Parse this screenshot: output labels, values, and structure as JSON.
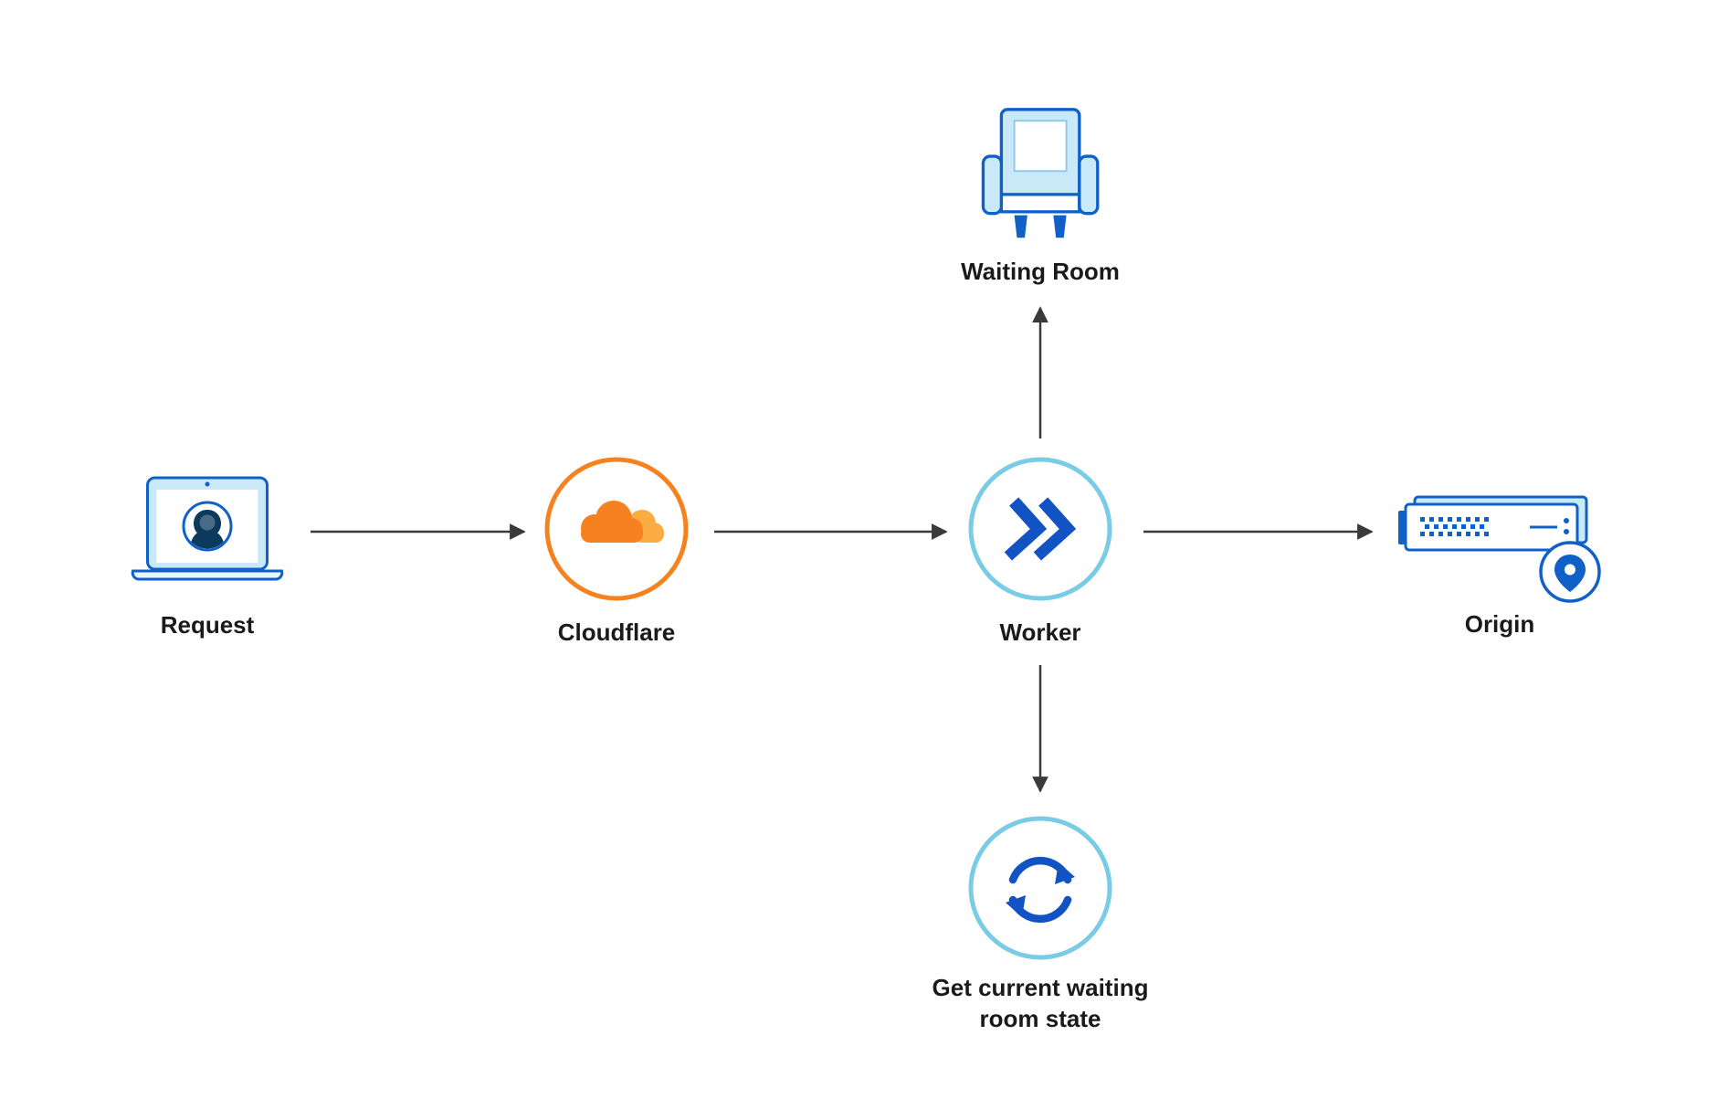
{
  "diagram": {
    "type": "flow-diagram",
    "nodes": {
      "request": {
        "label": "Request",
        "icon": "laptop-user-icon"
      },
      "cloudflare": {
        "label": "Cloudflare",
        "icon": "cloudflare-logo-icon"
      },
      "worker": {
        "label": "Worker",
        "icon": "worker-chevrons-icon"
      },
      "waiting_room": {
        "label": "Waiting Room",
        "icon": "armchair-icon"
      },
      "waiting_room_state": {
        "label": "Get current waiting room state",
        "icon": "sync-arrows-icon"
      },
      "origin": {
        "label": "Origin",
        "icon": "server-location-icon"
      }
    },
    "edges": [
      {
        "from": "request",
        "to": "cloudflare",
        "direction": "right"
      },
      {
        "from": "cloudflare",
        "to": "worker",
        "direction": "right"
      },
      {
        "from": "worker",
        "to": "origin",
        "direction": "right"
      },
      {
        "from": "worker",
        "to": "waiting_room",
        "direction": "up"
      },
      {
        "from": "worker",
        "to": "waiting_room_state",
        "direction": "down"
      }
    ],
    "colors": {
      "cloudflare_orange": "#F6821F",
      "cloudflare_light_orange": "#FBAD41",
      "node_ring_teal": "#7ACBE5",
      "icon_blue": "#1061C7",
      "icon_dark_navy": "#0C3A5D",
      "icon_light_blue_fill": "#C9E9F8",
      "arrow_gray": "#3A3A3A",
      "label_text": "#1A1A1A",
      "background": "#FFFFFF"
    }
  }
}
